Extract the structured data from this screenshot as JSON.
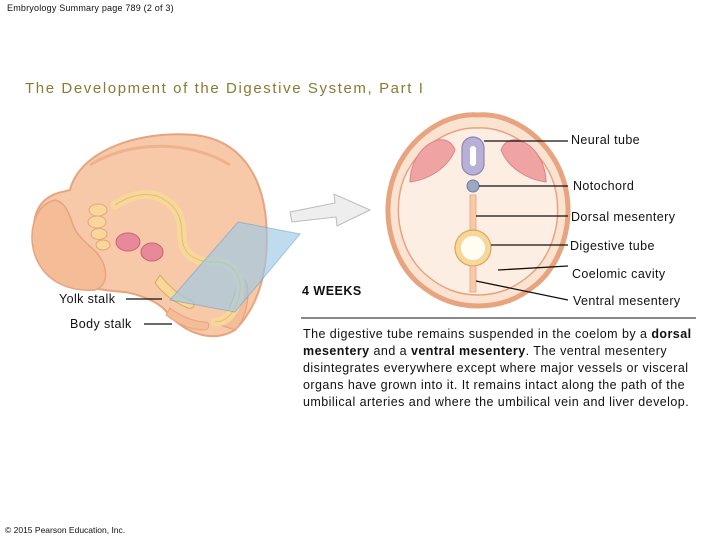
{
  "header": "Embryology Summary page 789 (2 of 3)",
  "title": "The Development of the Digestive System, Part I",
  "labels": {
    "neural_tube": "Neural tube",
    "notochord": "Notochord",
    "dorsal_mesentery": "Dorsal mesentery",
    "digestive_tube": "Digestive tube",
    "coelomic_cavity": "Coelomic cavity",
    "ventral_mesentery": "Ventral mesentery",
    "yolk_stalk": "Yolk stalk",
    "body_stalk": "Body stalk"
  },
  "stage": "4 WEEKS",
  "description": {
    "p1": "The digestive tube remains suspended in the coelom by a ",
    "b1": "dorsal mesentery",
    "p2": " and a ",
    "b2": "ventral mesentery",
    "p3": ". The ventral mesentery disintegrates everywhere except where major vessels or visceral organs have grown into it. It remains intact along the path of the umbilical arteries and where the umbilical vein and liver develop."
  },
  "copyright": "© 2015 Pearson Education, Inc.",
  "colors": {
    "title": "#8a7a33",
    "tissue": "#f7c9a8",
    "tissue_dark": "#e8a37f",
    "gut": "#f7d89a",
    "organ": "#e8899a",
    "neural": "#b9b0d6",
    "plane": "#9ec9e6"
  }
}
